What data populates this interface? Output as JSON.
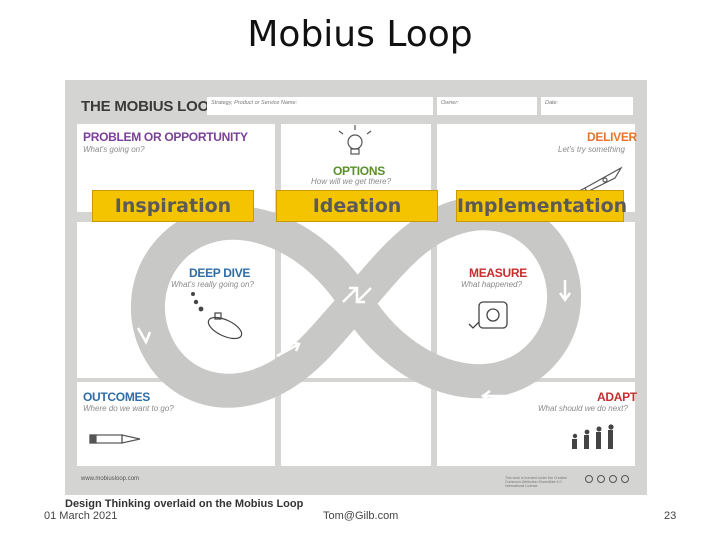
{
  "slide": {
    "title": "Mobius Loop",
    "caption": "Design Thinking overlaid on the Mobius Loop",
    "footer_date": "01 March 2021",
    "footer_email": "Tom@Gilb.com",
    "footer_page": "23"
  },
  "canvas": {
    "brand": "THE MOBIUS LOOP",
    "fields": {
      "strategy": "Strategy, Product or Service Name:",
      "owner": "Owner:",
      "date": "Date:"
    },
    "url": "www.mobiusloop.com",
    "legal": "This work is licensed under the Creative Commons Attribution-ShareAlike 4.0 International License."
  },
  "panels": {
    "problem": {
      "title": "PROBLEM OR OPPORTUNITY",
      "subtitle": "What's going on?"
    },
    "options": {
      "title": "OPTIONS",
      "subtitle": "How will we get there?"
    },
    "deliver": {
      "title": "DELIVER",
      "subtitle": "Let's try something"
    },
    "deep_dive": {
      "title": "DEEP DIVE",
      "subtitle": "What's really going on?"
    },
    "measure": {
      "title": "MEASURE",
      "subtitle": "What happened?"
    },
    "outcomes": {
      "title": "OUTCOMES",
      "subtitle": "Where do we want to go?"
    },
    "adapt": {
      "title": "ADAPT",
      "subtitle": "What should we do next?"
    }
  },
  "phases": {
    "inspiration": "Inspiration",
    "ideation": "Ideation",
    "implementation": "Implementation"
  },
  "colors": {
    "purple": "#7b3f98",
    "green": "#5a8f2a",
    "orange": "#e8732a",
    "blue": "#2e6da8",
    "red": "#c62d2d",
    "yellow": "#f5c400",
    "loop": "#c8c8c6"
  },
  "icons": [
    "lightbulb-icon",
    "rocket-icon",
    "submarine-icon",
    "tape-measure-icon",
    "pencil-icon",
    "evolution-icon"
  ]
}
